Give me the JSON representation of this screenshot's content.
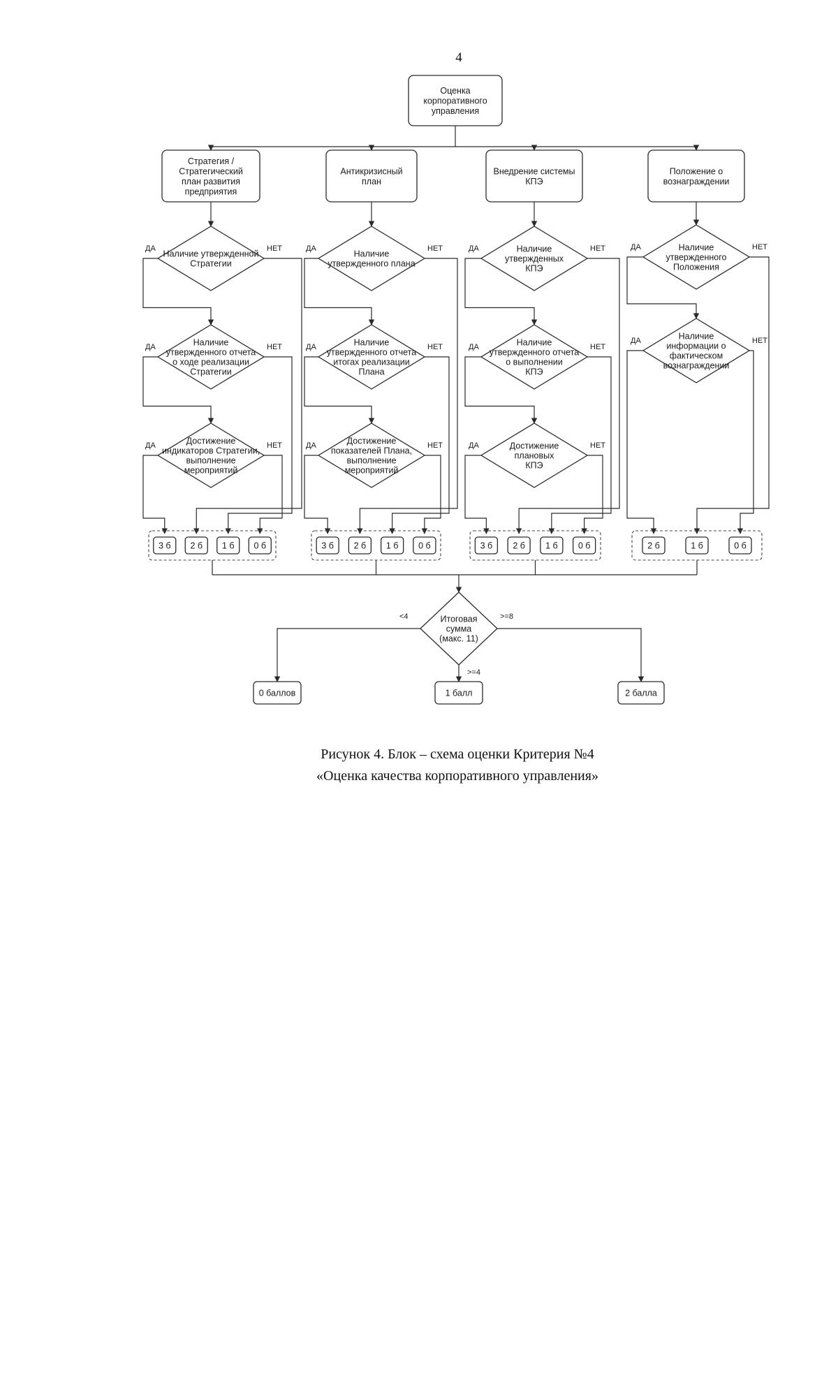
{
  "page_number": "4",
  "root": {
    "label": [
      "Оценка",
      "корпоративного",
      "управления"
    ]
  },
  "branches": [
    {
      "title": [
        "Стратегия /",
        "Стратегический",
        "план развития",
        "предприятия"
      ],
      "checks": [
        [
          "Наличие утвержденной",
          "Стратегии"
        ],
        [
          "Наличие",
          "утвержденного отчета",
          "о ходе реализации",
          "Стратегии"
        ],
        [
          "Достижение",
          "индикаторов Стратегии,",
          "выполнение",
          "мероприятий"
        ]
      ],
      "scores": [
        "3 б",
        "2 б",
        "1 б",
        "0 б"
      ]
    },
    {
      "title": [
        "Антикризисный",
        "план"
      ],
      "checks": [
        [
          "Наличие",
          "утвержденного плана"
        ],
        [
          "Наличие",
          "утвержденного отчета",
          "итогах реализации",
          "Плана"
        ],
        [
          "Достижение",
          "показателей Плана,",
          "выполнение",
          "мероприятий"
        ]
      ],
      "scores": [
        "3 б",
        "2 б",
        "1 б",
        "0 б"
      ]
    },
    {
      "title": [
        "Внедрение системы",
        "КПЭ"
      ],
      "checks": [
        [
          "Наличие",
          "утвержденных",
          "КПЭ"
        ],
        [
          "Наличие",
          "утвержденного отчета",
          "о выполнении",
          "КПЭ"
        ],
        [
          "Достижение",
          "плановых",
          "КПЭ"
        ]
      ],
      "scores": [
        "3 б",
        "2 б",
        "1 б",
        "0 б"
      ]
    },
    {
      "title": [
        "Положение о",
        "вознаграждении"
      ],
      "checks": [
        [
          "Наличие",
          "утвержденного",
          "Положения"
        ],
        [
          "Наличие",
          "информации о",
          "фактическом",
          "вознаграждении"
        ]
      ],
      "scores": [
        "2 б",
        "1 б",
        "0 б"
      ]
    }
  ],
  "yes_label": "ДА",
  "no_label": "НЕТ",
  "total": {
    "label": [
      "Итоговая",
      "сумма",
      "(макс. 11)"
    ]
  },
  "thresholds": {
    "left": "<4",
    "right": ">=8",
    "bottom": ">=4"
  },
  "results": [
    "0 баллов",
    "1 балл",
    "2 балла"
  ],
  "caption": {
    "line1": "Рисунок 4. Блок – схема оценки Критерия №4",
    "line2": "«Оценка качества корпоративного управления»"
  }
}
